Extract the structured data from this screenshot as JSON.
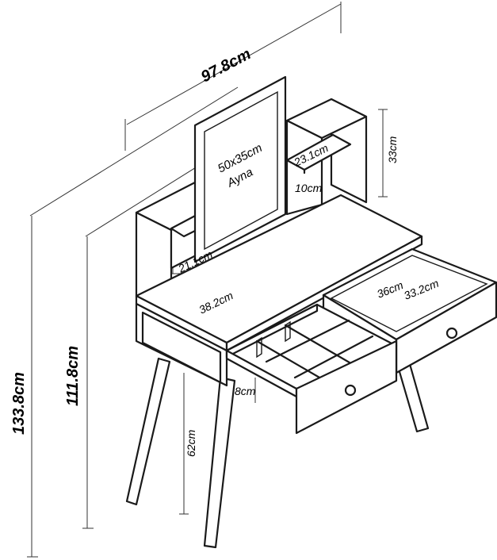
{
  "dimensions": {
    "overall_width": "97.8cm",
    "total_height": "133.8cm",
    "table_height": "111.8cm",
    "leg_height": "62cm",
    "mirror": "50x35cm",
    "mirror_label": "Ayna",
    "shelf_depth": "23.1cm",
    "shelf_gap": "10cm",
    "upper_height": "33cm",
    "side_shelf": "21.1cm",
    "top_depth": "38.2cm",
    "drawer_outer": "36cm",
    "drawer_inner": "33.2cm",
    "drawer_height": "8cm"
  }
}
